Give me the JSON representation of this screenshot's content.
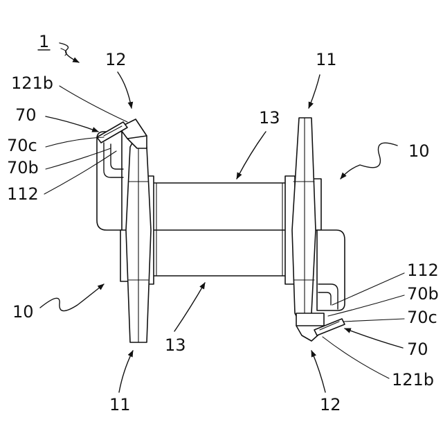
{
  "figure": {
    "colors": {
      "ink": "#111111",
      "background": "#ffffff"
    },
    "labels": {
      "assembly": "1",
      "part_12_top": "12",
      "part_121b_left": "121b",
      "part_70_left": "70",
      "part_70c_left": "70c",
      "part_70b_left": "70b",
      "part_112_left": "112",
      "part_11_top": "11",
      "part_13_top": "13",
      "part_10_right": "10",
      "part_10_left": "10",
      "part_13_bottom": "13",
      "part_11_bottom": "11",
      "part_112_right": "112",
      "part_70b_right": "70b",
      "part_70c_right": "70c",
      "part_70_right": "70",
      "part_121b_right": "121b",
      "part_12_bottom": "12"
    }
  }
}
